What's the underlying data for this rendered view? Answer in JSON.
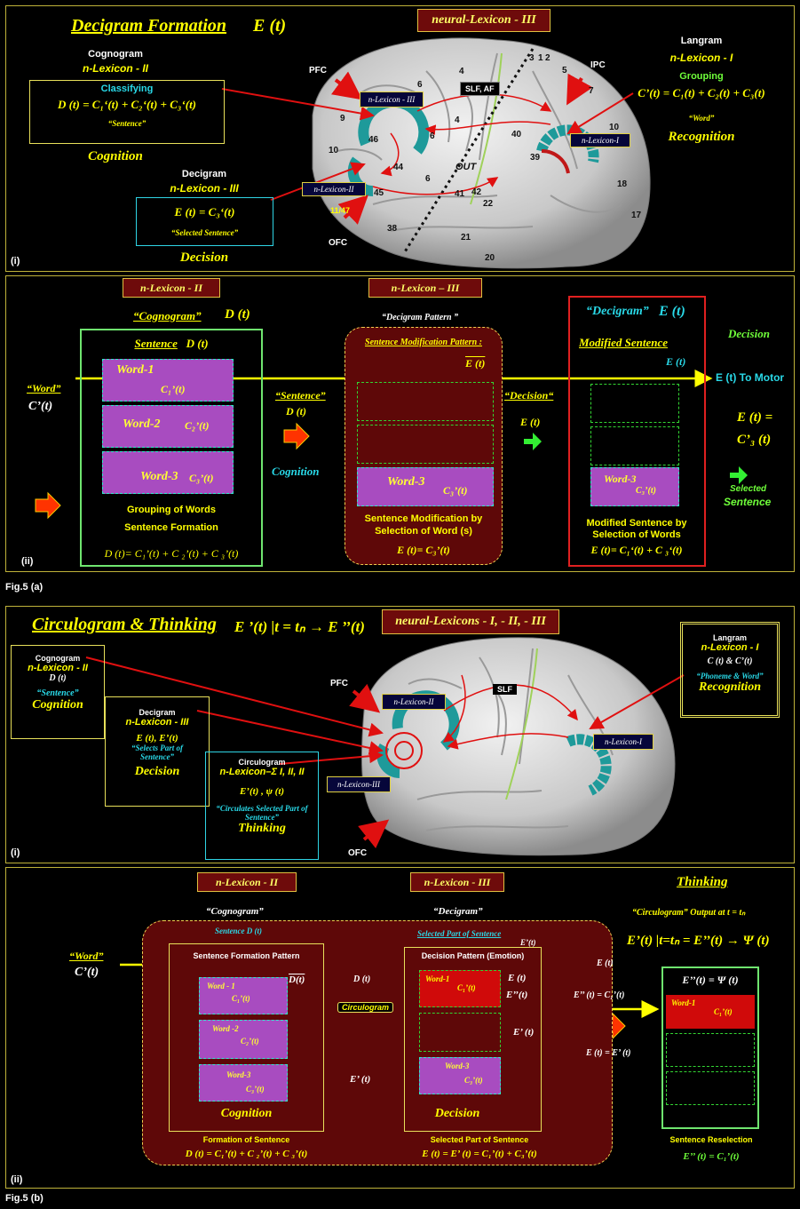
{
  "fig_a": {
    "label": "Fig.5 (a)",
    "i": {
      "panel_label": "(i)",
      "title": "Decigram Formation",
      "title_fn": "E (t)",
      "center_box": "neural-Lexicon - III",
      "cognogram": {
        "name": "Cognogram",
        "lex": "n-Lexicon - II",
        "sub": "Classifying",
        "eq": "D (t) = C₁‘(t) + C₂‘(t) + C₃‘(t)",
        "quote": "“Sentence”",
        "role": "Cognition"
      },
      "decigram": {
        "name": "Decigram",
        "lex": "n-Lexicon - III",
        "eq": "E (t) = C₃‘(t)",
        "quote": "“Selected Sentence”",
        "role": "Decision"
      },
      "langram": {
        "name": "Langram",
        "lex": "n-Lexicon - I",
        "sub": "Grouping",
        "eq": "C’(t) = C₁(t) + C₂(t) + C₃(t)",
        "quote": "“Word”",
        "role": "Recognition"
      },
      "brain": {
        "pfc": "PFC",
        "ipc": "IPC",
        "ofc": "OFC",
        "slf": "SLF, AF",
        "out": "OUT",
        "nl3": "n-Lexicon - III",
        "nl2": "n-Lexicon-II",
        "nl1": "n-Lexicon-I",
        "areas": [
          "4",
          "3",
          "1",
          "2",
          "6",
          "5",
          "7",
          "9",
          "46",
          "4",
          "6",
          "40",
          "10",
          "10",
          "39",
          "44",
          "45",
          "6",
          "41",
          "42",
          "22",
          "18",
          "17",
          "11/47",
          "38",
          "21",
          "20"
        ]
      }
    },
    "ii": {
      "panel_label": "(ii)",
      "lex2": "n-Lexicon - II",
      "lex3": "n-Lexicon – III",
      "cognogram": "“Cognogram”",
      "cognogram_fn": "D (t)",
      "decigram_pattern": "“Decigram  Pattern ”",
      "decigram": "“Decigram”",
      "decigram_fn": "E (t)",
      "decision": "Decision",
      "word_in": "“Word”",
      "word_fn": "C’(t)",
      "sentence_head": "Sentence",
      "sentence_fn": "D (t)",
      "words": [
        {
          "label": "Word-1",
          "fn": "C₁’(t)"
        },
        {
          "label": "Word-2",
          "fn": "C₂’(t)"
        },
        {
          "label": "Word-3",
          "fn": "C₃’(t)"
        }
      ],
      "grouping": "Grouping  of  Words",
      "formation": "Sentence  Formation",
      "d_eq": "D (t)= C₁’(t) + C ₂’(t) + C ₃’(t)",
      "sentence_arrow": "“Sentence”",
      "sentence_arrow_fn": "D (t)",
      "cognition": "Cognition",
      "mod_pattern": "Sentence  Modification  Pattern :",
      "mod_fn": "E (t)",
      "mod_word": "Word-3",
      "mod_word_fn": "C₃’(t)",
      "mod_caption1": "Sentence  Modification  by",
      "mod_caption2": "Selection  of  Word (s)",
      "mod_eq": "E (t)=  C₃’(t)",
      "decision_arrow": "“Decision“",
      "decision_fn": "E (t)",
      "modified_head": "Modified  Sentence",
      "modified_fn": "E (t)",
      "modified_word": "Word-3",
      "modified_word_fn": "C₃’(t)",
      "modified_caption1": "Modified  Sentence  by",
      "modified_caption2": "Selection  of  Words",
      "modified_eq": "E (t)=  C₁‘(t) + C ₃‘(t)",
      "to_motor": "E (t)  To Motor",
      "final_eq1": "E (t) =",
      "final_eq2": "C’₃ (t)",
      "selected": "Selected",
      "selected2": "Sentence"
    }
  },
  "fig_b": {
    "label": "Fig.5 (b)",
    "i": {
      "panel_label": "(i)",
      "title": "Circulogram & Thinking",
      "title_eq": "E ’(t) |t = tₙ → E ’’(t)",
      "center_box": "neural-Lexicons - I, - II, - III",
      "cognogram": {
        "name": "Cognogram",
        "lex": "n-Lexicon - II",
        "fn": "D (t)",
        "quote": "“Sentence”",
        "role": "Cognition"
      },
      "decigram": {
        "name": "Decigram",
        "lex": "n-Lexicon - III",
        "fn": "E (t),  E’(t)",
        "quote": "“Selects Part of Sentence”",
        "role": "Decision"
      },
      "circulogram": {
        "name": "Circulogram",
        "lex": "n-Lexicon–Σ I, II, II",
        "fn": "E’(t) ,  ψ (t)",
        "quote": "“Circulates Selected Part of Sentence”",
        "role": "Thinking"
      },
      "langram": {
        "name": "Langram",
        "lex": "n-Lexicon - I",
        "fn": "C (t)  & C’(t)",
        "quote": "“Phoneme  &  Word”",
        "role": "Recognition"
      },
      "brain": {
        "pfc": "PFC",
        "ofc": "OFC",
        "slf": "SLF",
        "nl2": "n-Lexicon-II",
        "nl3": "n-Lexicon-III",
        "nl1": "n-Lexicon-I"
      }
    },
    "ii": {
      "panel_label": "(ii)",
      "lex2": "n-Lexicon - II",
      "lex3": "n-Lexicon - III",
      "thinking": "Thinking",
      "cognogram": "“Cognogram”",
      "decigram": "“Decigram”",
      "circ_output": "“Circulogram”  Output  at  t = tₙ",
      "sentence_sub": "Sentence  D (t)",
      "selected_sub": "Selected  Part of Sentence",
      "e_prime": "E’(t)",
      "word_in": "“Word”",
      "word_fn": "C’(t)",
      "sfp": "Sentence Formation Pattern",
      "dp": "Decision Pattern  (Emotion)",
      "d_bar": "D(t)",
      "d_fn": "D (t)",
      "circulogram": "Circulogram",
      "words": [
        {
          "label": "Word - 1",
          "fn": "C₁’(t)"
        },
        {
          "label": "Word -2",
          "fn": "C₂’(t)"
        },
        {
          "label": "Word-3",
          "fn": "C₃’(t)"
        }
      ],
      "dec_word1": "Word-1",
      "dec_word1_fn": "C₁’(t)",
      "dec_word3": "Word-3",
      "dec_word3_fn": "C₃’(t)",
      "e_t": "E (t)",
      "e2_t": "E’’(t)",
      "e1_t": "E’ (t)",
      "e1_t_b": "E’ (t)",
      "cognition": "Cognition",
      "decision": "Decision",
      "formation": "Formation  of  Sentence",
      "d_eq": "D (t) = C₁’(t) + C ₂’(t) + C ₃’(t)",
      "selected_part": "Selected  Part  of  Sentence",
      "e_eq": "E (t) = E’ (t) = C₁’(t) + C₃’(t)",
      "right_e_t": "E (t)",
      "e2_eq": "E’’ (t) = C₁’(t)",
      "e_eq2": "E (t) = E’ (t)",
      "big_eq": "E’(t) |t=tₙ = E’’(t) → Ψ (t)",
      "psi_head": "E’’(t)  =  Ψ (t)",
      "psi_word": "Word-1",
      "psi_word_fn": "C₁’(t)",
      "reselect": "Sentence  Reselection",
      "reselect_eq": "E’’ (t)  = C₁’(t)"
    }
  }
}
